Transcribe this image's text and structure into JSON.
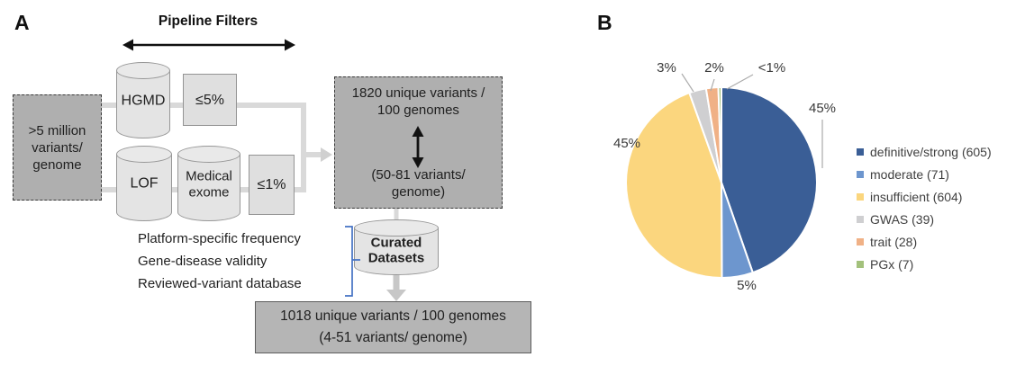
{
  "panel_a": {
    "label": "A",
    "pipeline_filters_title": "Pipeline Filters",
    "source_box": ">5 million\nvariants/\ngenome",
    "hgmd_cylinder": "HGMD",
    "filter_5pct": "≤5%",
    "lof_cylinder": "LOF",
    "medical_exome_cylinder": "Medical\nexome",
    "filter_1pct": "≤1%",
    "unique_variants_box": {
      "top": "1820 unique variants /\n100 genomes",
      "bottom": "(50-81 variants/\ngenome)"
    },
    "curation_criteria": [
      "Platform-specific frequency",
      "Gene-disease validity",
      "Reviewed-variant database"
    ],
    "curated_datasets_cylinder": "Curated\nDatasets",
    "final_box": "1018 unique variants / 100 genomes\n(4-51 variants/ genome)"
  },
  "panel_b": {
    "label": "B"
  },
  "chart_data": {
    "type": "pie",
    "title": "",
    "legend_position": "right",
    "start_angle_deg": -90,
    "direction": "clockwise",
    "slices": [
      {
        "label": "definitive/strong",
        "count": 605,
        "pct_label": "45%",
        "color": "#3a5e96"
      },
      {
        "label": "moderate",
        "count": 71,
        "pct_label": "5%",
        "color": "#6d96ce"
      },
      {
        "label": "insufficient",
        "count": 604,
        "pct_label": "45%",
        "color": "#fbd67e"
      },
      {
        "label": "GWAS",
        "count": 39,
        "pct_label": "3%",
        "color": "#cfcfd1"
      },
      {
        "label": "trait",
        "count": 28,
        "pct_label": "2%",
        "color": "#f0b186"
      },
      {
        "label": "PGx",
        "count": 7,
        "pct_label": "<1%",
        "color": "#a3c17c"
      }
    ],
    "colors": {
      "bracket_blue": "#4472c4",
      "connector_gray": "#d9d9d9",
      "flow_arrow_gray": "#c7c7c7"
    }
  }
}
